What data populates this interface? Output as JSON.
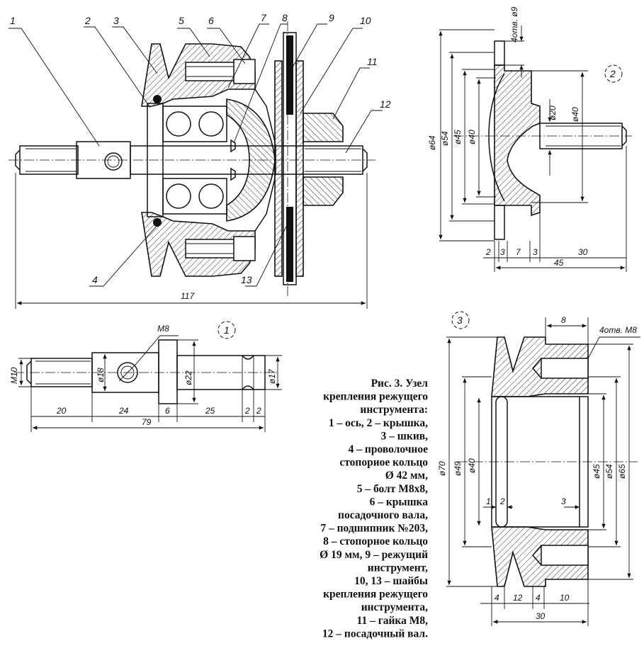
{
  "callouts": {
    "c1": "1",
    "c2": "2",
    "c3": "3",
    "c4": "4",
    "c5": "5",
    "c6": "6",
    "c7": "7",
    "c8": "8",
    "c9": "9",
    "c10": "10",
    "c11": "11",
    "c12": "12",
    "c13": "13"
  },
  "view_labels": {
    "v1": "1",
    "v2": "2",
    "v3": "3"
  },
  "assembly_dims": {
    "overall": "117"
  },
  "part2_dims": {
    "holes": "4отв. ø9",
    "d64": "ø64",
    "d54": "ø54",
    "d45": "ø45",
    "d40a": "ø40",
    "d20": "ø20",
    "d40b": "ø40",
    "b2": "2",
    "b3a": "3",
    "b7": "7",
    "b3b": "3",
    "b30": "30",
    "b45": "45"
  },
  "part1_dims": {
    "m8": "M8",
    "m10": "M10",
    "d18": "ø18",
    "d22": "ø22",
    "d17": "ø17",
    "l20": "20",
    "l24": "24",
    "l6": "6",
    "l25": "25",
    "l2a": "2",
    "l2b": "2",
    "l79": "79"
  },
  "part3_dims": {
    "w8": "8",
    "holes": "4отв. M8",
    "d70": "ø70",
    "d49": "ø49",
    "d40": "ø40",
    "d45": "ø45",
    "d54": "ø54",
    "d65": "ø65",
    "s1": "1",
    "s2": "2",
    "s3": "3",
    "b4a": "4",
    "b12": "12",
    "b4b": "4",
    "b10": "10",
    "b30": "30"
  },
  "caption": [
    "Рис. 3. Узел",
    "крепления режущего",
    "инструмента:",
    "1 – ось, 2 – крышка,",
    "3 – шкив,",
    "4 – проволочное",
    "стопориое кольцо",
    "Ø 42 мм,",
    "5 – болт М8x8,",
    "6 – крышка",
    "посадочного вала,",
    "7 – подшипник №203,",
    "8 – стопорное кольцо",
    "Ø 19 мм, 9 – режущий",
    "инструмент,",
    "10, 13 – шайбы",
    "крепления режущего",
    "инструмента,",
    "11 – гайка М8,",
    "12 – посадочный вал."
  ]
}
